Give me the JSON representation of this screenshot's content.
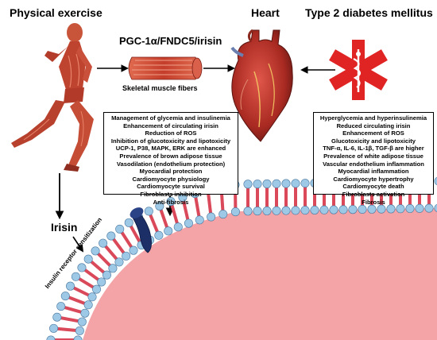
{
  "titles": {
    "physical_exercise": "Physical exercise",
    "heart": "Heart",
    "t2dm": "Type 2 diabetes mellitus",
    "pathway": "PGC-1α/FNDC5/irisin"
  },
  "labels": {
    "muscle_fibers": "Skeletal muscle fibers",
    "irisin": "Irisin",
    "insulin_receptor": "Insulin receptor sensitization"
  },
  "exercise_effects": [
    "Management of glycemia and insulinemia",
    "Enhancement of circulating irisin",
    "Reduction of ROS",
    "Inhibition of glucotoxicity and lipotoxicity",
    "UCP-1, P38, MAPK, ERK are enhanced",
    "Prevalence of brown adipose tissue",
    "Vasodilation (endothelium protection)",
    "Myocardial protection",
    "Cardiomyocyte physiology",
    "Cardiomyocyte survival",
    "Fibroblasts inhibition",
    "Anti-fibrosis"
  ],
  "diabetes_effects": [
    "Hyperglycemia and hyperinsulinemia",
    "Reduced circulating irisin",
    "Enhancement of ROS",
    "Glucotoxicity and lipotoxicity",
    "TNF-α, IL-6, IL-1β, TGF-β are higher",
    "Prevalence of white adipose tissue",
    "Vascular endothelium inflammation",
    "Myocardial inflammation",
    "Cardiomyocyte hypertrophy",
    "Cardiomyocyte death",
    "Fibroblasts activation",
    "Fibrosis"
  ],
  "colors": {
    "muscle": "#c0392b",
    "heart": "#b5332a",
    "cross": "#e02424",
    "membrane_head": "#9ec9e6",
    "membrane_tail": "#d9495a",
    "cytoplasm": "#f4a3a6",
    "receptor": "#1c2f66"
  }
}
